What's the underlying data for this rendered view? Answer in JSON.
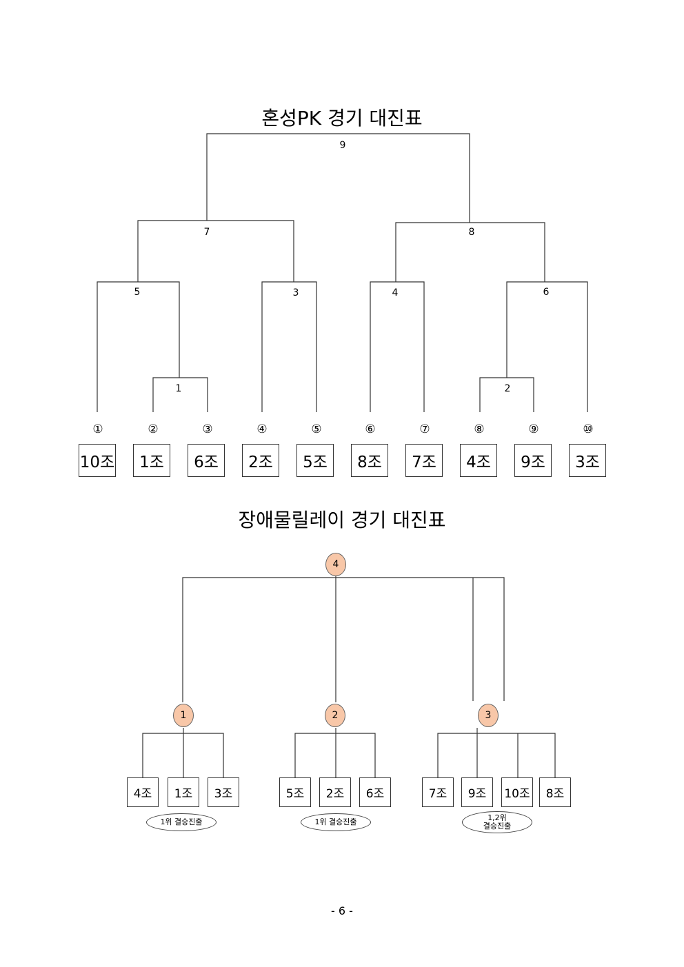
{
  "pk_bracket": {
    "title": "혼성PK 경기 대진표",
    "match_labels": [
      "1",
      "2",
      "3",
      "4",
      "5",
      "6",
      "7",
      "8",
      "9"
    ],
    "seeds": [
      "①",
      "②",
      "③",
      "④",
      "⑤",
      "⑥",
      "⑦",
      "⑧",
      "⑨",
      "⑩"
    ],
    "teams": [
      "10조",
      "1조",
      "6조",
      "2조",
      "5조",
      "8조",
      "7조",
      "4조",
      "9조",
      "3조"
    ]
  },
  "relay_bracket": {
    "title": "장애물릴레이 경기 대진표",
    "nodes": [
      "1",
      "2",
      "3",
      "4"
    ],
    "groups": [
      {
        "teams": [
          "4조",
          "1조",
          "3조"
        ],
        "note": "1위 결승진출"
      },
      {
        "teams": [
          "5조",
          "2조",
          "6조"
        ],
        "note": "1위 결승진출"
      },
      {
        "teams": [
          "7조",
          "9조",
          "10조",
          "8조"
        ],
        "note_line1": "1,2위",
        "note_line2": "결승진출"
      }
    ]
  },
  "page_number": "- 6 -"
}
